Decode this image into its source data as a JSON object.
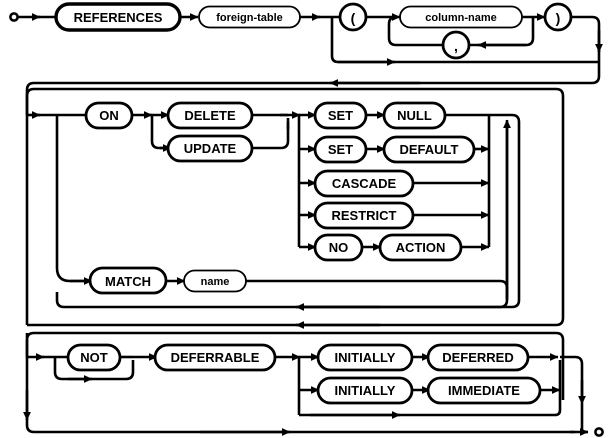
{
  "diagram": {
    "kind": "railroad-syntax-diagram",
    "rule_name": "REFERENCES clause",
    "colors": {
      "stroke": "#000000",
      "background": "#ffffff",
      "text": "#000000"
    },
    "start_marker": "circle-dot",
    "end_marker": "circle-dot"
  },
  "nodes": {
    "references": {
      "text": "REFERENCES",
      "type": "terminal"
    },
    "foreign_table": {
      "text": "foreign-table",
      "type": "nonterminal"
    },
    "lparen": {
      "text": "(",
      "type": "terminal-punct"
    },
    "column_name": {
      "text": "column-name",
      "type": "nonterminal"
    },
    "comma": {
      "text": ",",
      "type": "terminal-punct"
    },
    "rparen": {
      "text": ")",
      "type": "terminal-punct"
    },
    "on": {
      "text": "ON",
      "type": "terminal"
    },
    "delete": {
      "text": "DELETE",
      "type": "terminal"
    },
    "update": {
      "text": "UPDATE",
      "type": "terminal"
    },
    "set_1": {
      "text": "SET",
      "type": "terminal"
    },
    "null": {
      "text": "NULL",
      "type": "terminal"
    },
    "set_2": {
      "text": "SET",
      "type": "terminal"
    },
    "default": {
      "text": "DEFAULT",
      "type": "terminal"
    },
    "cascade": {
      "text": "CASCADE",
      "type": "terminal"
    },
    "restrict": {
      "text": "RESTRICT",
      "type": "terminal"
    },
    "no": {
      "text": "NO",
      "type": "terminal"
    },
    "action": {
      "text": "ACTION",
      "type": "terminal"
    },
    "match": {
      "text": "MATCH",
      "type": "terminal"
    },
    "name": {
      "text": "name",
      "type": "nonterminal"
    },
    "not": {
      "text": "NOT",
      "type": "terminal"
    },
    "deferrable": {
      "text": "DEFERRABLE",
      "type": "terminal"
    },
    "initially_1": {
      "text": "INITIALLY",
      "type": "terminal"
    },
    "deferred": {
      "text": "DEFERRED",
      "type": "terminal"
    },
    "initially_2": {
      "text": "INITIALLY",
      "type": "terminal"
    },
    "immediate": {
      "text": "IMMEDIATE",
      "type": "terminal"
    }
  }
}
